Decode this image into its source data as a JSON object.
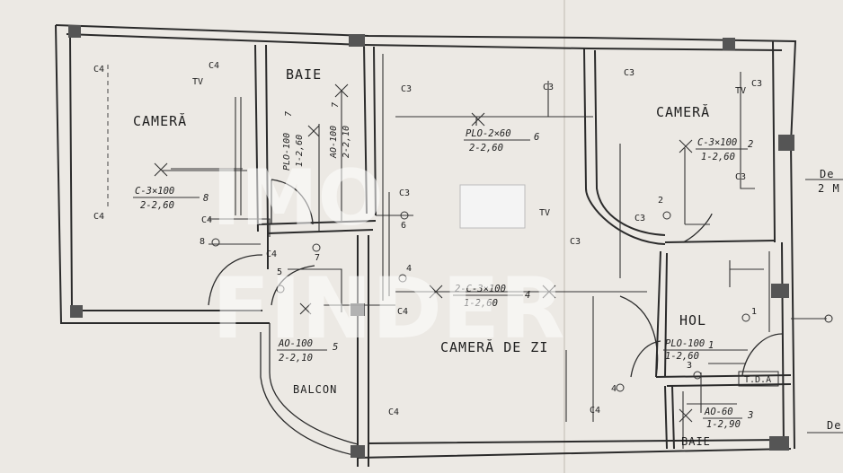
{
  "rooms": {
    "camera_left": "CAMERĂ",
    "baie_top": "BAIE",
    "camera_right": "CAMERĂ",
    "hol": "HOL",
    "camera_de_zi": "CAMERĂ DE ZI",
    "balcon": "BALCON",
    "baie_bottom": "BAIE"
  },
  "fixtures": {
    "c3_left": "C-3×100",
    "c3_left_circ": "2-2,60",
    "c3_left_num": "8",
    "plo_baie": "PLO-100",
    "plo_baie_circ": "1-2,60",
    "plo_baie_num": "7",
    "ao_baie": "AO-100",
    "ao_baie_circ": "2-2,10",
    "ao_baie_num": "7",
    "plo_center": "PLO-2×60",
    "plo_center_circ": "2-2,60",
    "plo_center_num": "6",
    "c3_right": "C-3×100",
    "c3_right_circ": "1-2,60",
    "c3_right_num": "2",
    "c2_zi": "2-C-3×100",
    "c2_zi_circ": "1-2,60",
    "c2_zi_num": "4",
    "ao_balcon": "AO-100",
    "ao_balcon_circ": "2-2,10",
    "ao_balcon_num": "5",
    "plo_hol": "PLO-100",
    "plo_hol_circ": "1-2,60",
    "plo_hol_num": "1",
    "ao_baie2": "AO-60",
    "ao_baie2_circ": "1-2,90",
    "ao_baie2_num": "3"
  },
  "symbols": {
    "c4": "C4",
    "c3": "C3",
    "tv": "TV",
    "tda": "T.D.A",
    "de": "De",
    "m2": "2 M"
  },
  "switch_numbers": [
    "8",
    "7",
    "6",
    "5",
    "4",
    "4",
    "3",
    "2",
    "1"
  ],
  "watermark": [
    "IMO",
    "FINDER"
  ],
  "colors": {
    "ink": "#2b2b2b",
    "paper": "#ece9e4",
    "watermark": "#ffffff"
  }
}
